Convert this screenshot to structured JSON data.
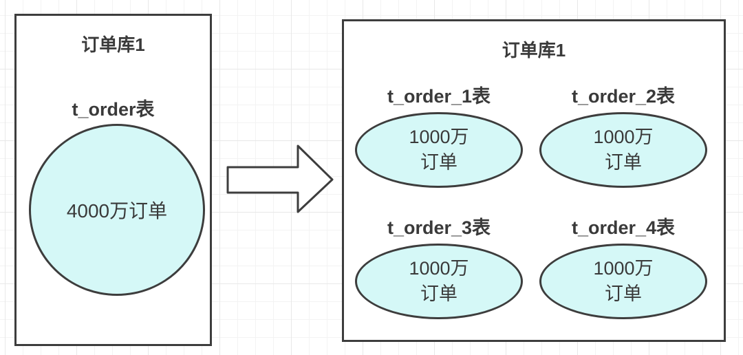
{
  "diagram": {
    "colors": {
      "shape_fill": "#d5f8f7",
      "stroke": "#3d3d3d",
      "text": "#3a3a3a"
    },
    "arrow_icon": "right-block-arrow",
    "left_db": {
      "title": "订单库1",
      "table_label": "t_order表",
      "table_value": "4000万订单"
    },
    "right_db": {
      "title": "订单库1",
      "tables": [
        {
          "label": "t_order_1表",
          "value_line1": "1000万",
          "value_line2": "订单"
        },
        {
          "label": "t_order_2表",
          "value_line1": "1000万",
          "value_line2": "订单"
        },
        {
          "label": "t_order_3表",
          "value_line1": "1000万",
          "value_line2": "订单"
        },
        {
          "label": "t_order_4表",
          "value_line1": "1000万",
          "value_line2": "订单"
        }
      ]
    }
  }
}
